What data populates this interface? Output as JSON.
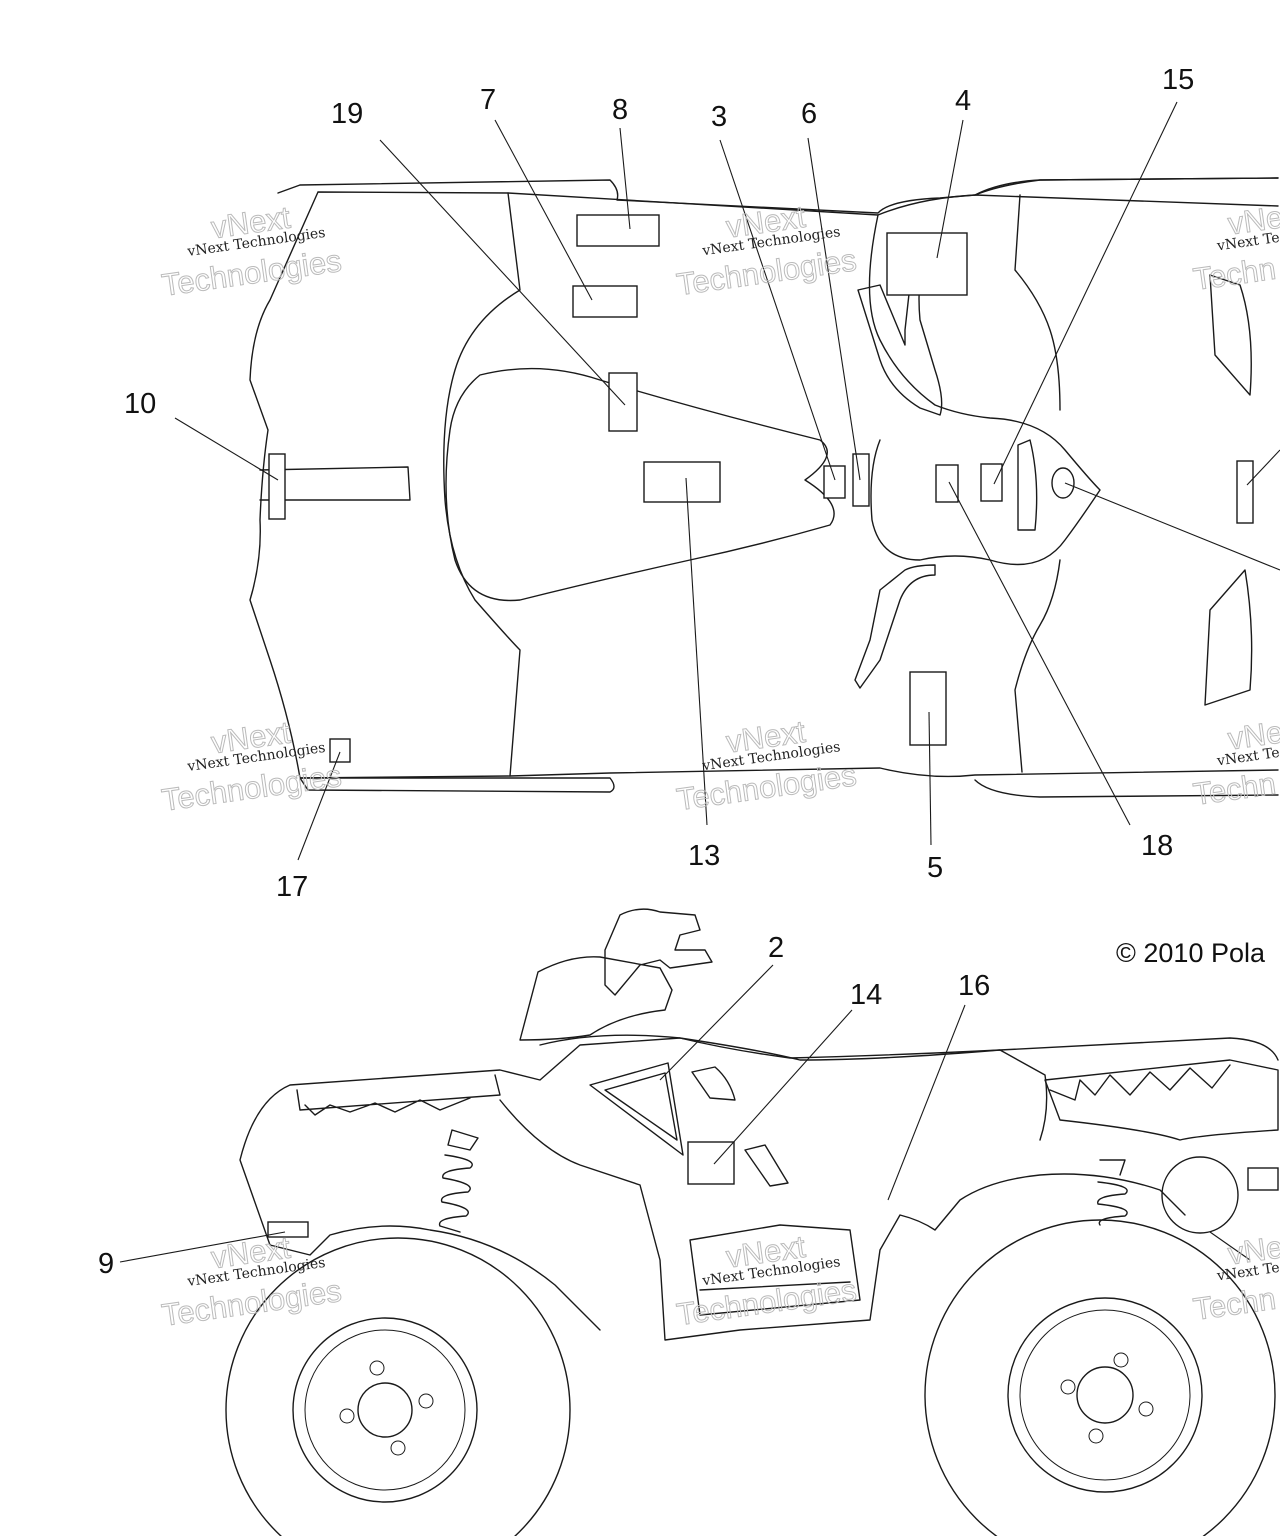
{
  "callouts": {
    "c19": "19",
    "c7": "7",
    "c8": "8",
    "c3": "3",
    "c6": "6",
    "c4": "4",
    "c15": "15",
    "c10": "10",
    "c13": "13",
    "c5": "5",
    "c18": "18",
    "c17": "17",
    "c2": "2",
    "c14": "14",
    "c16": "16",
    "c9": "9"
  },
  "watermark": {
    "line1": "vNext Technologies",
    "outline1": "vNext",
    "outline2": "Technologies",
    "partial_line1": "vNext Te",
    "partial_outline1": "vNe",
    "partial_outline2": "Techn"
  },
  "copyright": "© 2010 Pola"
}
